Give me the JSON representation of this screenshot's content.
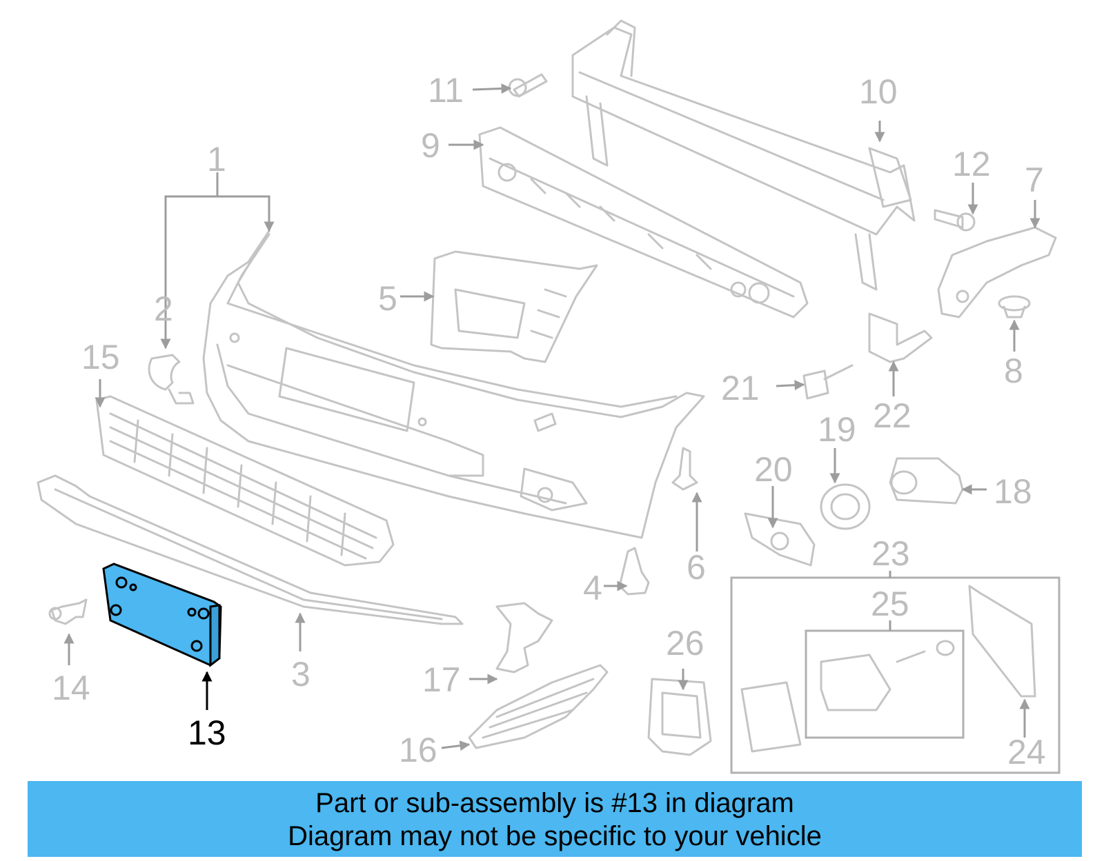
{
  "callouts": {
    "c1": "1",
    "c2": "2",
    "c3": "3",
    "c4": "4",
    "c5": "5",
    "c6": "6",
    "c7": "7",
    "c8": "8",
    "c9": "9",
    "c10": "10",
    "c11": "11",
    "c12": "12",
    "c13": "13",
    "c14": "14",
    "c15": "15",
    "c16": "16",
    "c17": "17",
    "c18": "18",
    "c19": "19",
    "c20": "20",
    "c21": "21",
    "c22": "22",
    "c23": "23",
    "c24": "24",
    "c25": "25",
    "c26": "26"
  },
  "highlight": {
    "part": "13",
    "color": "#4cb7f0"
  },
  "banner": {
    "line1": "Part or sub-assembly is #13 in diagram",
    "line2": "Diagram may not be specific to your vehicle",
    "color": "#4cb7f0"
  }
}
